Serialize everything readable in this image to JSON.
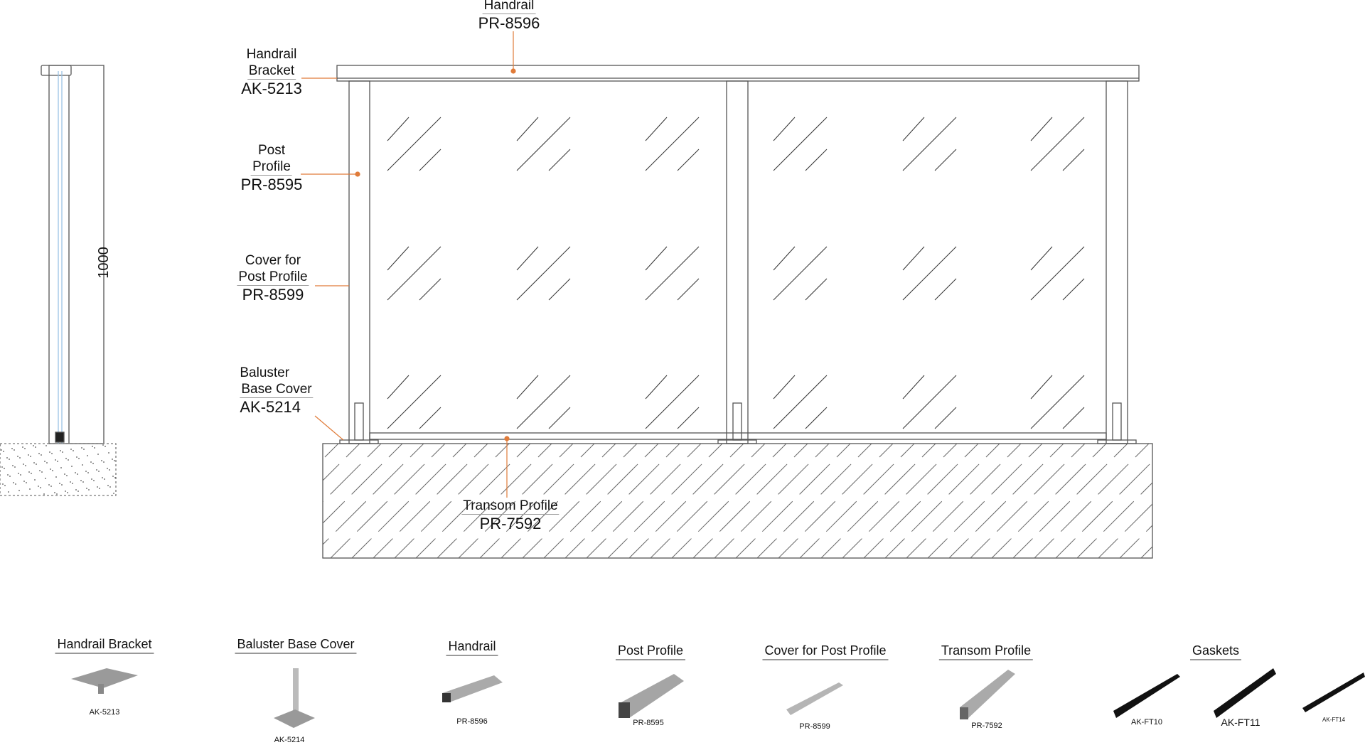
{
  "callouts": {
    "handrail": {
      "name": "Handrail",
      "code": "PR-8596"
    },
    "handrail_bracket": {
      "name_line1": "Handrail",
      "name_line2": "Bracket",
      "code": "AK-5213"
    },
    "post_profile": {
      "name_line1": "Post",
      "name_line2": "Profile",
      "code": "PR-8595"
    },
    "cover_post_profile": {
      "name_line1": "Cover for",
      "name_line2": "Post Profile",
      "code": "PR-8599"
    },
    "baluster_base_cover": {
      "name_line1": "Baluster",
      "name_line2": "Base Cover",
      "code": "AK-5214"
    },
    "transom_profile": {
      "name": "Transom Profile",
      "code": "PR-7592"
    }
  },
  "dimension": "1000",
  "parts": [
    {
      "title": "Handrail Bracket",
      "codes": [
        "AK-5213"
      ]
    },
    {
      "title": "Baluster Base Cover",
      "codes": [
        "AK-5214"
      ]
    },
    {
      "title": "Handrail",
      "codes": [
        "PR-8596"
      ]
    },
    {
      "title": "Post Profile",
      "codes": [
        "PR-8595"
      ]
    },
    {
      "title": "Cover for Post Profile",
      "codes": [
        "PR-8599"
      ]
    },
    {
      "title": "Transom Profile",
      "codes": [
        "PR-7592"
      ]
    },
    {
      "title": "Gaskets",
      "codes": [
        "AK-FT10",
        "AK-FT11",
        "AK-FT14"
      ]
    }
  ],
  "colors": {
    "leader": "#e07b39",
    "line": "#555555",
    "glass_edge": "#9cc4e4"
  }
}
